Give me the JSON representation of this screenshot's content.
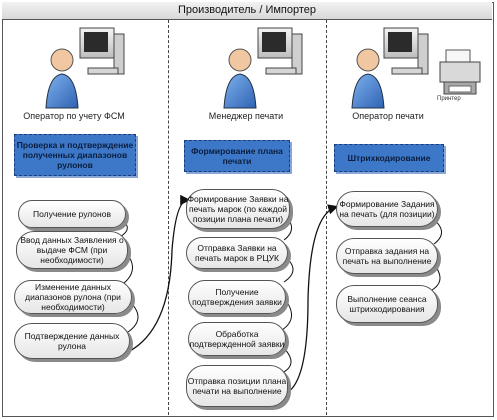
{
  "diagram": {
    "title": "Производитель / Импортер",
    "lanes": [
      {
        "role": "Оператор по учету ФСМ",
        "header": "Проверка и подтверждение полученных диапазонов рулонов",
        "steps": [
          "Получение рулонов",
          "Ввод данных Заявления о выдаче ФСМ (при необходимости)",
          "Изменение данных диапазонов рулона (при необходимости)",
          "Подтверждение данных рулона"
        ]
      },
      {
        "role": "Менеджер печати",
        "header": "Формирование плана печати",
        "steps": [
          "Формирование Заявки на печать марок (по каждой позиции плана печати)",
          "Отправка Заявки на печать марок в РЦУК",
          "Получение подтверждения заявки",
          "Обработка подтвержденной заявки",
          "Отправка позиции плана печати на выполнение"
        ]
      },
      {
        "role": "Оператор печати",
        "header": "Штрихкодирование",
        "steps": [
          "Формирование Задания на печать (для позиции)",
          "Отправка задания на печать на выполнение",
          "Выполнение сеанса штрихкодирования"
        ]
      }
    ],
    "printer_caption": "Принтер"
  },
  "colors": {
    "header_fill": "#3d78c8",
    "step_fill": "#eeeeee",
    "person_fill": "#5a8fd6",
    "connector": "#111111"
  }
}
